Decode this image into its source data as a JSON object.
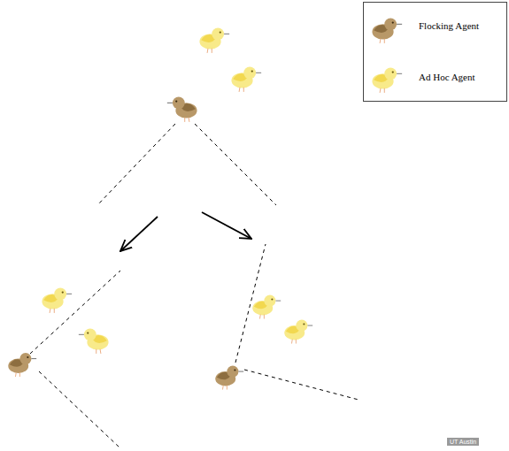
{
  "diagram": {
    "labels": [
      "UT Austin"
    ],
    "legend": [
      {
        "text": "Flocking Agent"
      },
      {
        "text": "Ad Hoc Agent"
      }
    ]
  }
}
